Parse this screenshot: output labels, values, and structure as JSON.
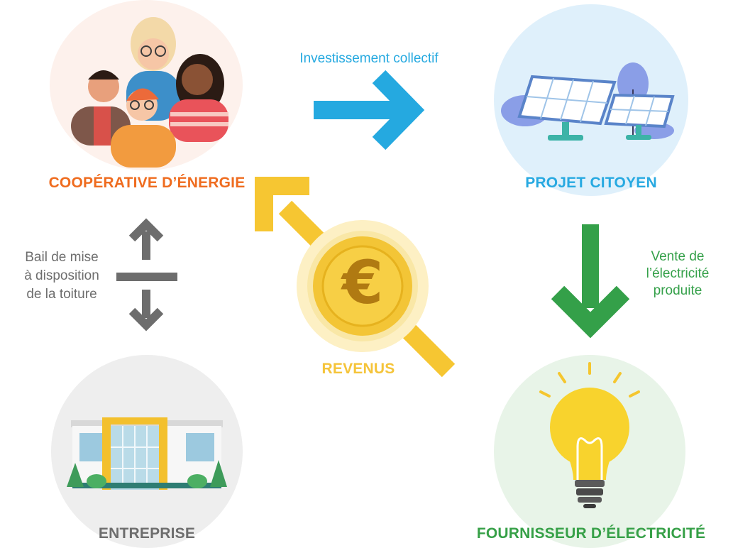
{
  "colors": {
    "cooperative": "#ef6c1f",
    "projet": "#27a9e1",
    "fournisseur": "#36a047",
    "entreprise": "#6d6d6d",
    "revenus": "#f5c43a",
    "arrow_blue": "#25a9e0",
    "arrow_green": "#34a049",
    "arrow_grey": "#6d6d6d",
    "arrow_yellow": "#f6c632"
  },
  "nodes": {
    "cooperative": {
      "label": "COOPÉRATIVE D’ÉNERGIE",
      "icon": "people-group-icon"
    },
    "projet": {
      "label": "PROJET CITOYEN",
      "icon": "solar-panels-icon"
    },
    "fournisseur": {
      "label": "FOURNISSEUR D’ÉLECTRICITÉ",
      "icon": "light-bulb-icon"
    },
    "entreprise": {
      "label": "ENTREPRISE",
      "icon": "building-icon"
    },
    "revenus": {
      "label": "REVENUS",
      "icon": "euro-coin-icon",
      "symbol": "€"
    }
  },
  "edges": {
    "investissement": {
      "label": "Investissement collectif"
    },
    "vente": {
      "lines": [
        "Vente de",
        "l’électricité",
        "produite"
      ]
    },
    "bail": {
      "lines": [
        "Bail de mise",
        "à disposition",
        "de la toiture"
      ]
    }
  }
}
